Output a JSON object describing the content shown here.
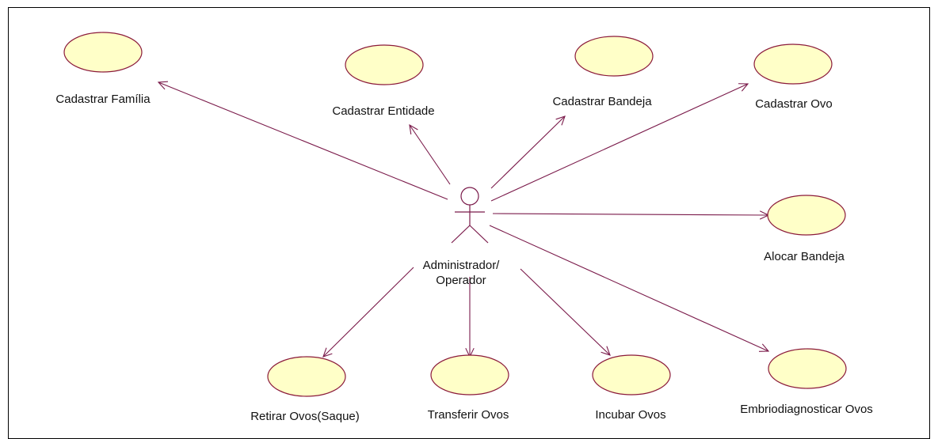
{
  "diagram": {
    "actor": {
      "label_line1": "Administrador/",
      "label_line2": "Operador"
    },
    "use_cases": [
      {
        "id": "cadastrar-familia",
        "label": "Cadastrar Família"
      },
      {
        "id": "cadastrar-entidade",
        "label": "Cadastrar Entidade"
      },
      {
        "id": "cadastrar-bandeja",
        "label": "Cadastrar Bandeja"
      },
      {
        "id": "cadastrar-ovo",
        "label": "Cadastrar Ovo"
      },
      {
        "id": "alocar-bandeja",
        "label": "Alocar Bandeja"
      },
      {
        "id": "retirar-ovos",
        "label": "Retirar Ovos(Saque)"
      },
      {
        "id": "transferir-ovos",
        "label": "Transferir Ovos"
      },
      {
        "id": "incubar-ovos",
        "label": "Incubar Ovos"
      },
      {
        "id": "embriodiagnosticar-ovos",
        "label": "Embriodiagnosticar Ovos"
      }
    ],
    "colors": {
      "use_case_fill": "#ffffc8",
      "use_case_stroke": "#8b1a3a",
      "association": "#7a1a4a",
      "actor_stroke": "#7a1a4a"
    }
  }
}
